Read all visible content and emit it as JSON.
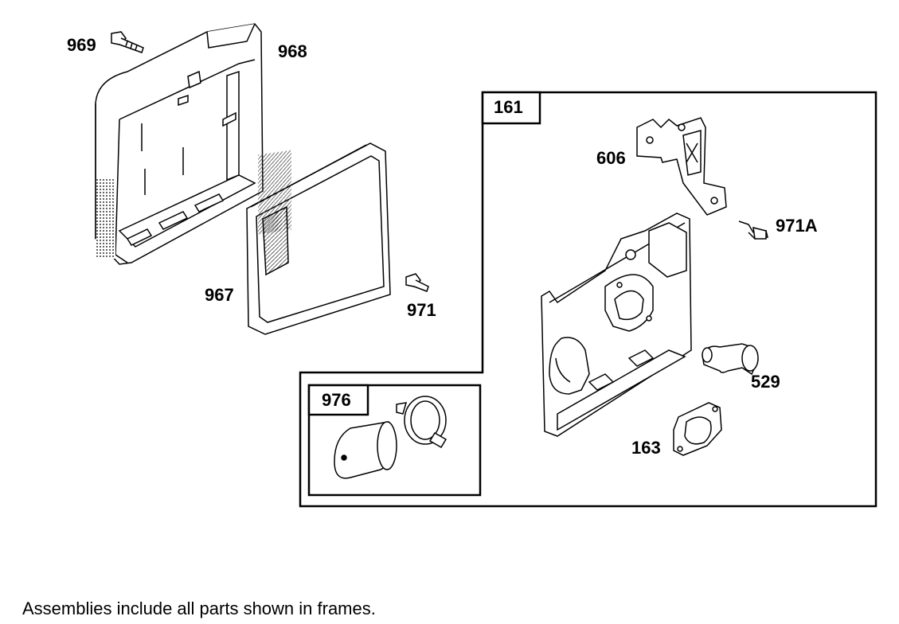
{
  "parts": [
    {
      "id": "p969",
      "label": "969"
    },
    {
      "id": "p968",
      "label": "968"
    },
    {
      "id": "p967",
      "label": "967"
    },
    {
      "id": "p971",
      "label": "971"
    },
    {
      "id": "p606",
      "label": "606"
    },
    {
      "id": "p971a",
      "label": "971A"
    },
    {
      "id": "p529",
      "label": "529"
    },
    {
      "id": "p163",
      "label": "163"
    }
  ],
  "frames": {
    "outer": {
      "label": "161"
    },
    "inner": {
      "label": "976"
    }
  },
  "footnote": "Assemblies include all parts shown in frames."
}
